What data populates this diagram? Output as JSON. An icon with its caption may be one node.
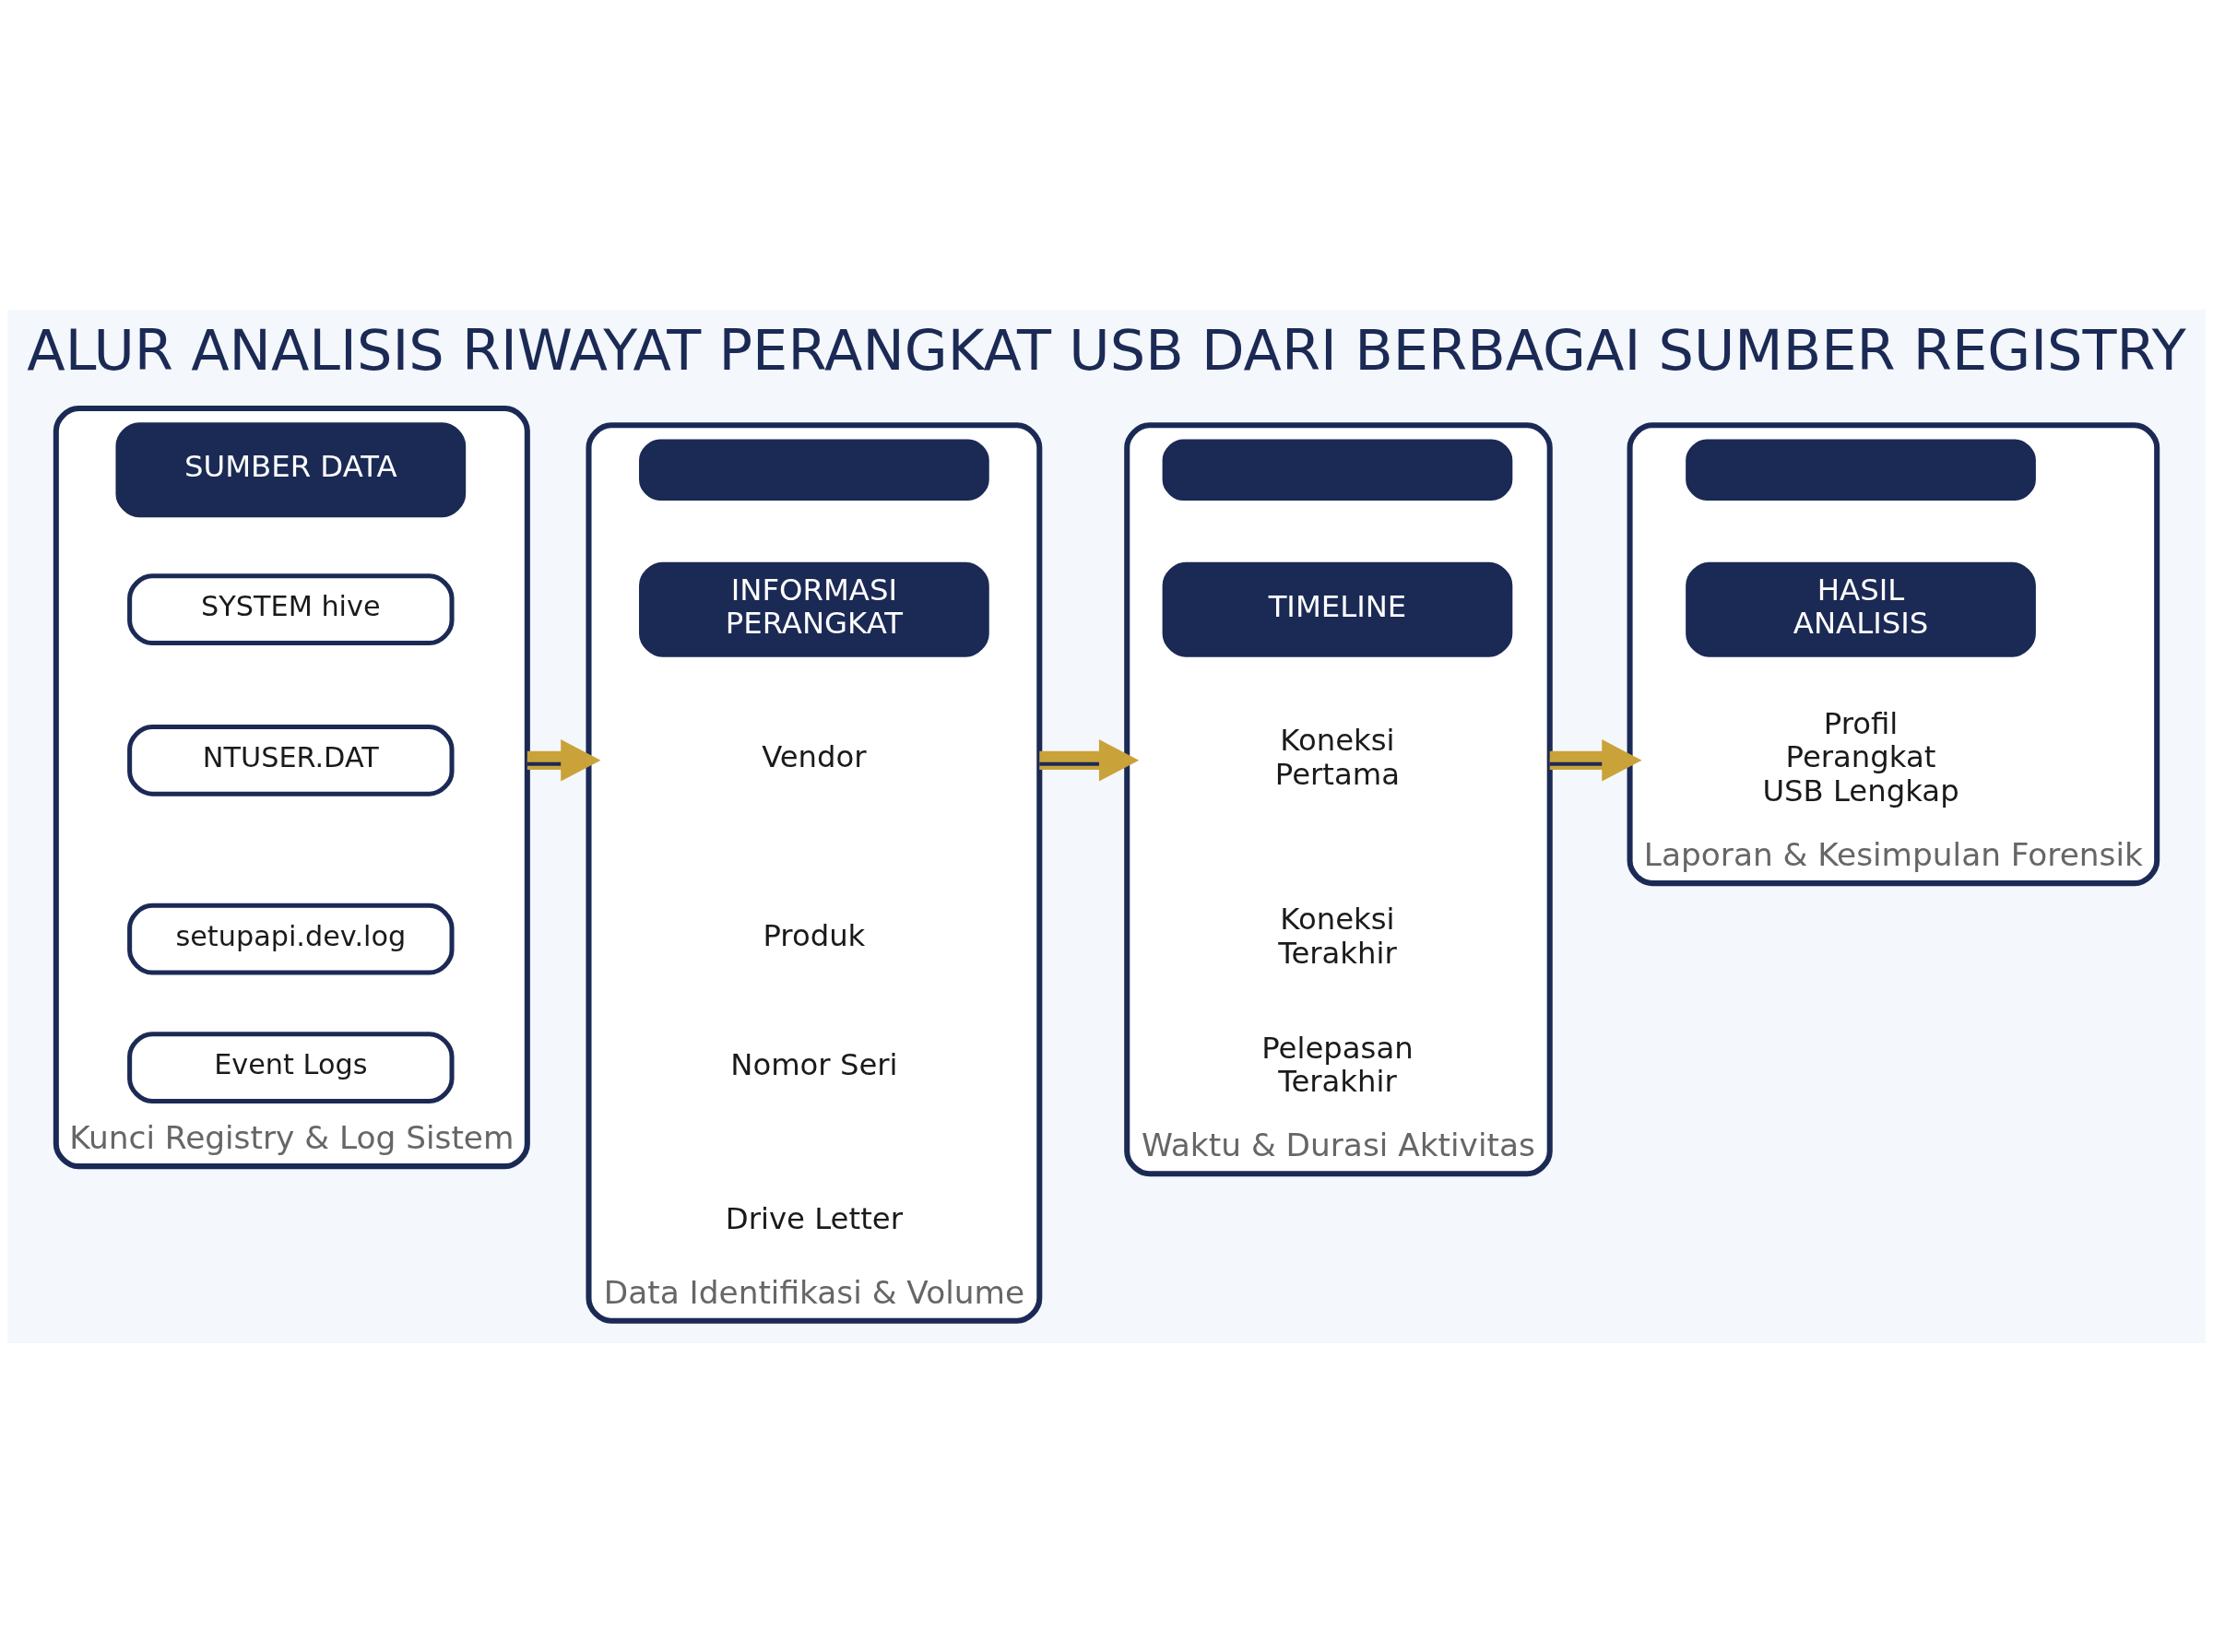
{
  "diagram": {
    "title": "ALUR ANALISIS RIWAYAT PERANGKAT USB DARI BERBAGAI SUMBER REGISTRY",
    "nodes": [
      {
        "text": [],
        "shape": "box",
        "beside": [
          "Kunci Registry & Log Sistem"
        ]
      },
      {
        "text": [
          "SUMBER DATA"
        ],
        "in": 0
      },
      {
        "text": [
          "SYSTEM hive"
        ],
        "in": 0
      },
      {
        "text": [
          "NTUSER.DAT"
        ],
        "in": 0
      },
      {
        "text": [
          "setupapi.dev.log"
        ],
        "in": 0
      },
      {
        "text": [
          "Event Logs"
        ],
        "in": 0
      },
      {
        "text": [],
        "shape": "box",
        "beside": [
          "Data Identifikasi & Volume"
        ]
      },
      {
        "text": [],
        "shape": "bar",
        "in": 6
      },
      {
        "text": [
          "INFORMASI PERANGKAT"
        ],
        "in": 6
      },
      {
        "text": [
          "Vendor"
        ],
        "in": 6
      },
      {
        "text": [
          "Produk"
        ],
        "in": 6
      },
      {
        "text": [
          "Nomor Seri"
        ],
        "in": 6
      },
      {
        "text": [
          "Drive Letter"
        ],
        "in": 6
      },
      {
        "text": [],
        "shape": "box",
        "beside": [
          "Waktu & Durasi Aktivitas"
        ]
      },
      {
        "text": [],
        "shape": "bar",
        "in": 13
      },
      {
        "text": [
          "TIMELINE"
        ],
        "in": 13
      },
      {
        "text": [
          "Koneksi Pertama"
        ],
        "in": 13
      },
      {
        "text": [
          "Koneksi Terakhir"
        ],
        "in": 13
      },
      {
        "text": [
          "Pelepasan Terakhir"
        ],
        "in": 13
      },
      {
        "text": [],
        "shape": "box",
        "beside": [
          "Laporan & Kesimpulan Forensik"
        ]
      },
      {
        "text": [],
        "shape": "bar",
        "in": 19
      },
      {
        "text": [
          "HASIL ANALISIS"
        ],
        "in": 19
      },
      {
        "text": [
          "Profil Perangkat USB Lengkap"
        ],
        "in": 19
      }
    ],
    "edges": [
      {
        "from": 0,
        "to": 6,
        "arrow": "to"
      },
      {
        "from": 6,
        "to": 13,
        "arrow": "to"
      },
      {
        "from": 13,
        "to": 19,
        "arrow": "to"
      }
    ]
  }
}
